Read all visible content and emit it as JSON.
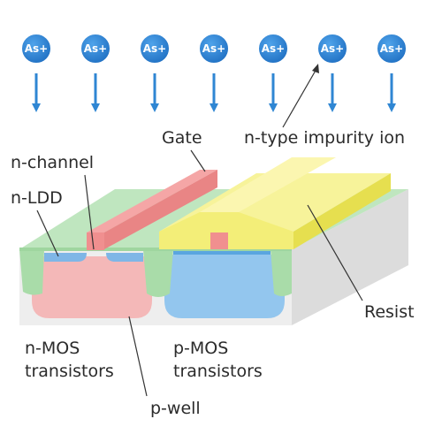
{
  "ions": {
    "label": "As+",
    "count": 7,
    "fill_color": "#1f7fd0"
  },
  "labels": {
    "gate": "Gate",
    "impurity": "n-type impurity ion",
    "n_channel": "n-channel",
    "n_ldd": "n-LDD",
    "resist": "Resist",
    "nmos": [
      "n-MOS",
      "transistors"
    ],
    "pmos": [
      "p-MOS",
      "transistors"
    ],
    "pwell": "p-well"
  },
  "colors": {
    "substrate": "#eeeeee",
    "oxide_green": "#a9dca9",
    "p_well_pink": "#f4b8b8",
    "n_well_blue": "#8cc3ee",
    "gate_red": "#ef8f8f",
    "resist_yellow": "#f3ee78",
    "arrow_blue": "#2f86d3"
  }
}
